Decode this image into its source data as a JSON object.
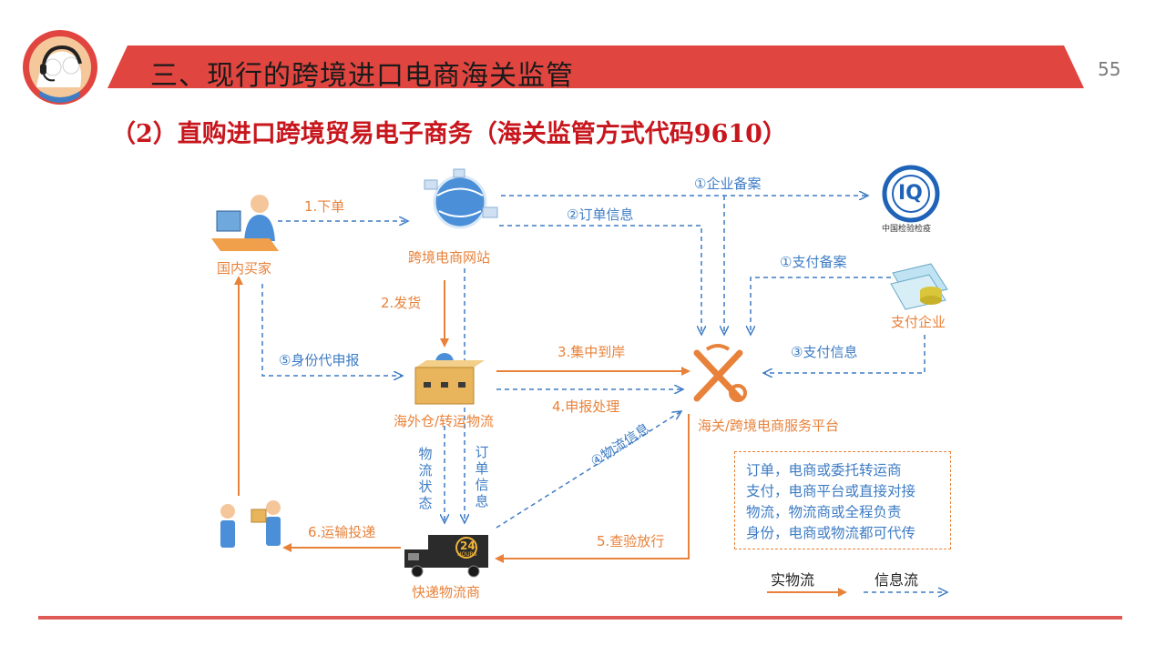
{
  "header": {
    "title": "三、现行的跨境进口电商海关监管",
    "page_number": "55",
    "subtitle": "（2）直购进口跨境贸易电子商务（海关监管方式代码9610）"
  },
  "colors": {
    "accent": "#e0453f",
    "subtitle": "#c8161d",
    "physical_flow": "#e8823a",
    "info_flow": "#3e7cc4"
  },
  "nodes": {
    "buyer": "国内买家",
    "website": "跨境电商网站",
    "warehouse": "海外仓/转运物流",
    "customs": "海关/跨境电商服务平台",
    "payment": "支付企业",
    "courier": "快递物流商",
    "ciq_caption": "中国检验检疫",
    "ciq_mark": "IQ",
    "truck_mark": "24",
    "truck_sub": "HOURS"
  },
  "flows": {
    "order": "1.下单",
    "ship": "2.发货",
    "arrive": "3.集中到岸",
    "declare": "4.申报处理",
    "release": "5.查验放行",
    "deliver": "6.运输投递",
    "enterprise_filing": "①企业备案",
    "order_info": "②订单信息",
    "payment_filing": "①支付备案",
    "payment_info": "③支付信息",
    "logistics_info": "④物流信息",
    "identity_declare": "⑤身份代申报",
    "logistics_status": "物流状态",
    "order_info_vertical": "订单信息"
  },
  "notes": [
    "订单，电商或委托转运商",
    "支付，电商平台或直接对接",
    "物流，物流商或全程负责",
    "身份，电商或物流都可代传"
  ],
  "legend": {
    "physical": "实物流",
    "info": "信息流"
  }
}
